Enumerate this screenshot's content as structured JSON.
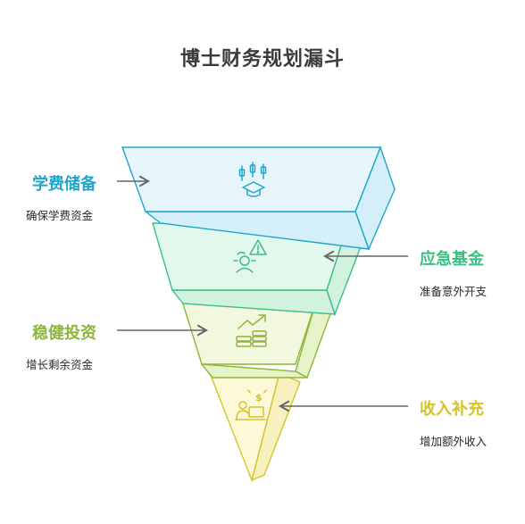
{
  "title": "博士财务规划漏斗",
  "tiers": [
    {
      "label": "学费储备",
      "desc": "确保学费资金",
      "color": "#20a6cc",
      "fill": "#e6f6fc",
      "side": "#d4eff9",
      "icon": "candles-graduation-cap-icon"
    },
    {
      "label": "应急基金",
      "desc": "准备意外开支",
      "color": "#3cbf84",
      "fill": "#e3f8ec",
      "side": "#d0f2df",
      "icon": "warning-person-icon"
    },
    {
      "label": "稳健投资",
      "desc": "增长剩余资金",
      "color": "#8db63a",
      "fill": "#f1f8dd",
      "side": "#e6f2c8",
      "icon": "growth-coins-icon"
    },
    {
      "label": "收入补充",
      "desc": "增加额外收入",
      "color": "#d6c327",
      "fill": "#fcf8d8",
      "side": "#f7f0bf",
      "icon": "dollar-laptop-person-icon"
    }
  ]
}
